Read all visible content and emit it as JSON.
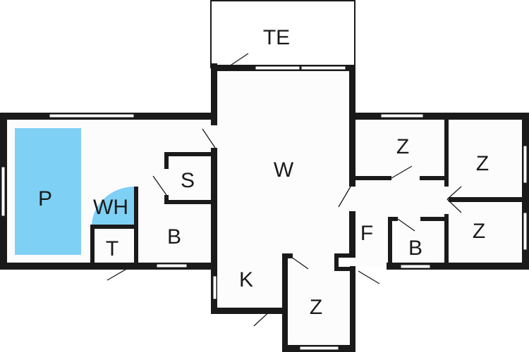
{
  "floorplan": {
    "rooms": {
      "terrace": "TE",
      "living": "W",
      "pool": "P",
      "whirlpool": "WH",
      "sauna": "S",
      "toilet": "T",
      "bath_left": "B",
      "kitchen": "K",
      "bedroom_bottom": "Z",
      "hall": "F",
      "bath_right": "B",
      "bedroom_top_left": "Z",
      "bedroom_top_right": "Z",
      "bedroom_bottom_right": "Z"
    },
    "colors": {
      "water": "#7fd0f5",
      "wall": "#1a1a1a"
    }
  }
}
